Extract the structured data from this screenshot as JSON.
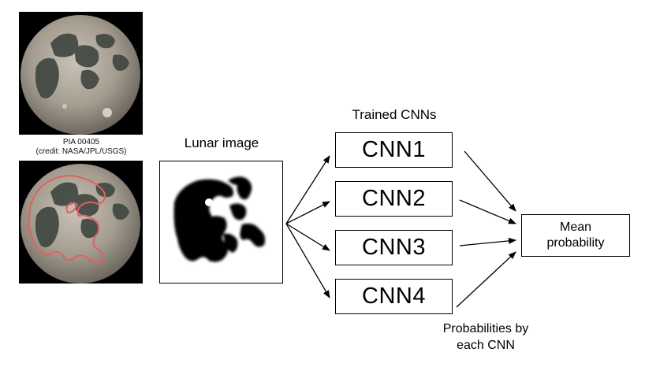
{
  "moon_image": {
    "caption_line1": "PIA 00405",
    "caption_line2": "(credit: NASA/JPL/USGS)"
  },
  "lunar_image": {
    "label": "Lunar image"
  },
  "cnns": {
    "heading": "Trained CNNs",
    "items": [
      "CNN1",
      "CNN2",
      "CNN3",
      "CNN4"
    ]
  },
  "output": {
    "line1": "Mean",
    "line2": "probability"
  },
  "annotation": {
    "line1": "Probabilities by",
    "line2": "each CNN"
  },
  "colors": {
    "outline": "#e06060",
    "moon_highland": "#a49c8f",
    "moon_mare": "#3d4640",
    "background": "#000000"
  }
}
